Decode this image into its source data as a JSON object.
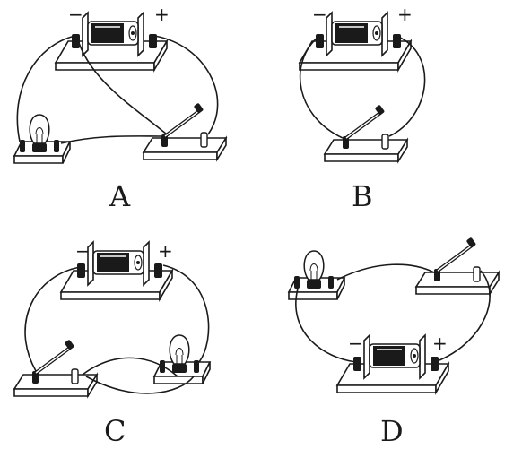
{
  "panels": [
    {
      "id": "A",
      "label": "A",
      "plus": "+",
      "minus": "−"
    },
    {
      "id": "B",
      "label": "B",
      "plus": "+",
      "minus": "−"
    },
    {
      "id": "C",
      "label": "C",
      "plus": "+",
      "minus": "−"
    },
    {
      "id": "D",
      "label": "D",
      "plus": "+",
      "minus": "−"
    }
  ],
  "colors": {
    "ink": "#1a1a1a",
    "paper": "#ffffff"
  },
  "icons": [
    "battery-icon",
    "bulb-icon",
    "knife-switch-icon"
  ]
}
